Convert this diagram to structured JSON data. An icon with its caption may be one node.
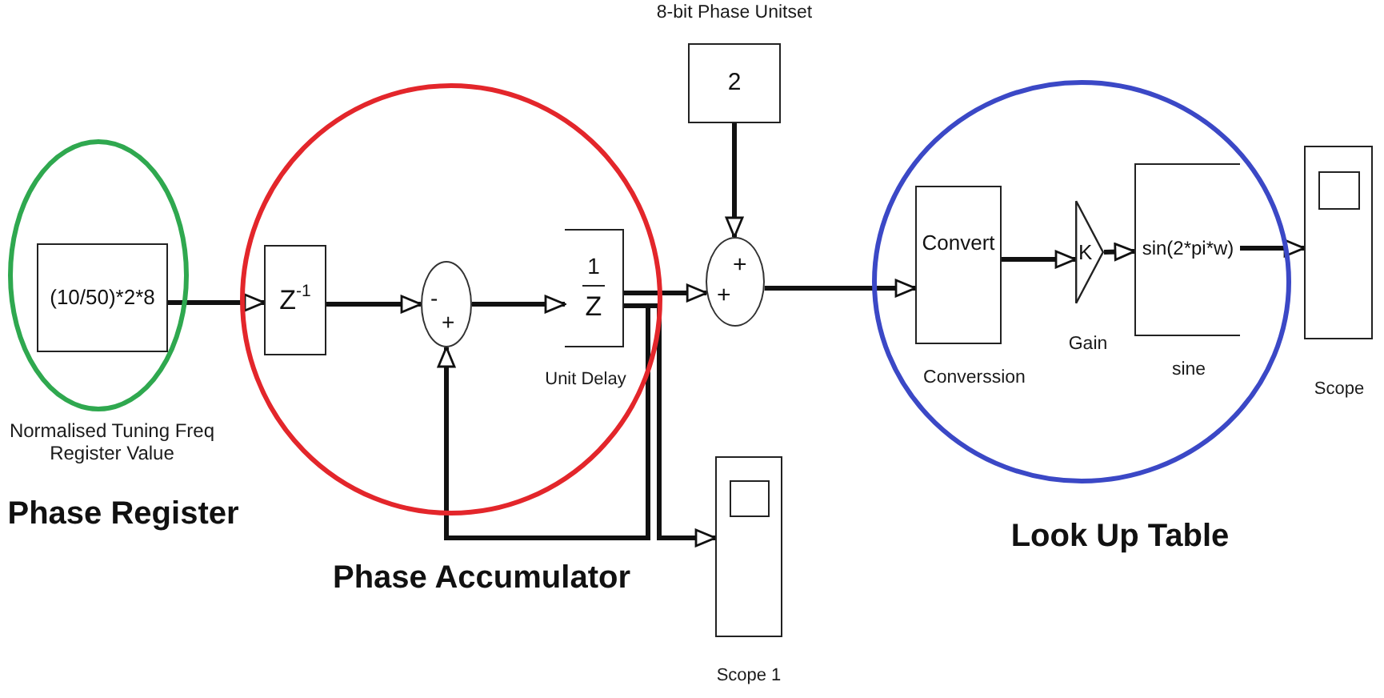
{
  "diagram": {
    "nodes": [
      {
        "text": [
          "Phase Register"
        ]
      },
      {
        "text": [
          "(10/50)*2*8"
        ],
        "in": 0,
        "beside": [
          "Normalised Tuning Freq Register Value"
        ]
      },
      {
        "text": [
          "Phase Accumulator"
        ]
      },
      {
        "text": [
          "Z$^{-1}$"
        ],
        "in": 2
      },
      {
        "text": [
          "-",
          "+"
        ],
        "in": 2
      },
      {
        "text": [
          "1",
          "Z"
        ],
        "in": 2,
        "beside": [
          "Unit Delay"
        ]
      },
      {
        "text": [
          "2"
        ],
        "beside": [
          "8-bit Phase Unitset"
        ]
      },
      {
        "text": [
          "+",
          "+"
        ]
      },
      {
        "text": [
          "Look Up Table"
        ]
      },
      {
        "text": [
          "Convert"
        ],
        "in": 8,
        "beside": [
          "Converssion"
        ]
      },
      {
        "text": [
          "K"
        ],
        "in": 8,
        "beside": [
          "Gain"
        ]
      },
      {
        "text": [
          "sin(2*pi*w)"
        ],
        "in": 8,
        "beside": [
          "sine"
        ]
      },
      {
        "text": [],
        "shape": "box",
        "beside": [
          "Scope"
        ]
      },
      {
        "text": [],
        "shape": "box",
        "beside": [
          "Scope 1"
        ]
      }
    ],
    "edges": [
      {
        "from": 1,
        "to": 3,
        "arrow": "to"
      },
      {
        "from": 3,
        "to": 4,
        "arrow": "to"
      },
      {
        "from": 4,
        "to": 5,
        "arrow": "to"
      },
      {
        "from": 5,
        "to": 7,
        "arrow": "to"
      },
      {
        "from": 5,
        "to": 4,
        "arrow": "to"
      },
      {
        "from": 5,
        "to": 13,
        "arrow": "to"
      },
      {
        "from": 6,
        "to": 7,
        "arrow": "to"
      },
      {
        "from": 7,
        "to": 9,
        "arrow": "to"
      },
      {
        "from": 9,
        "to": 10,
        "arrow": "to"
      },
      {
        "from": 10,
        "to": 11,
        "arrow": "to"
      },
      {
        "from": 11,
        "to": 12,
        "arrow": "to"
      }
    ]
  }
}
